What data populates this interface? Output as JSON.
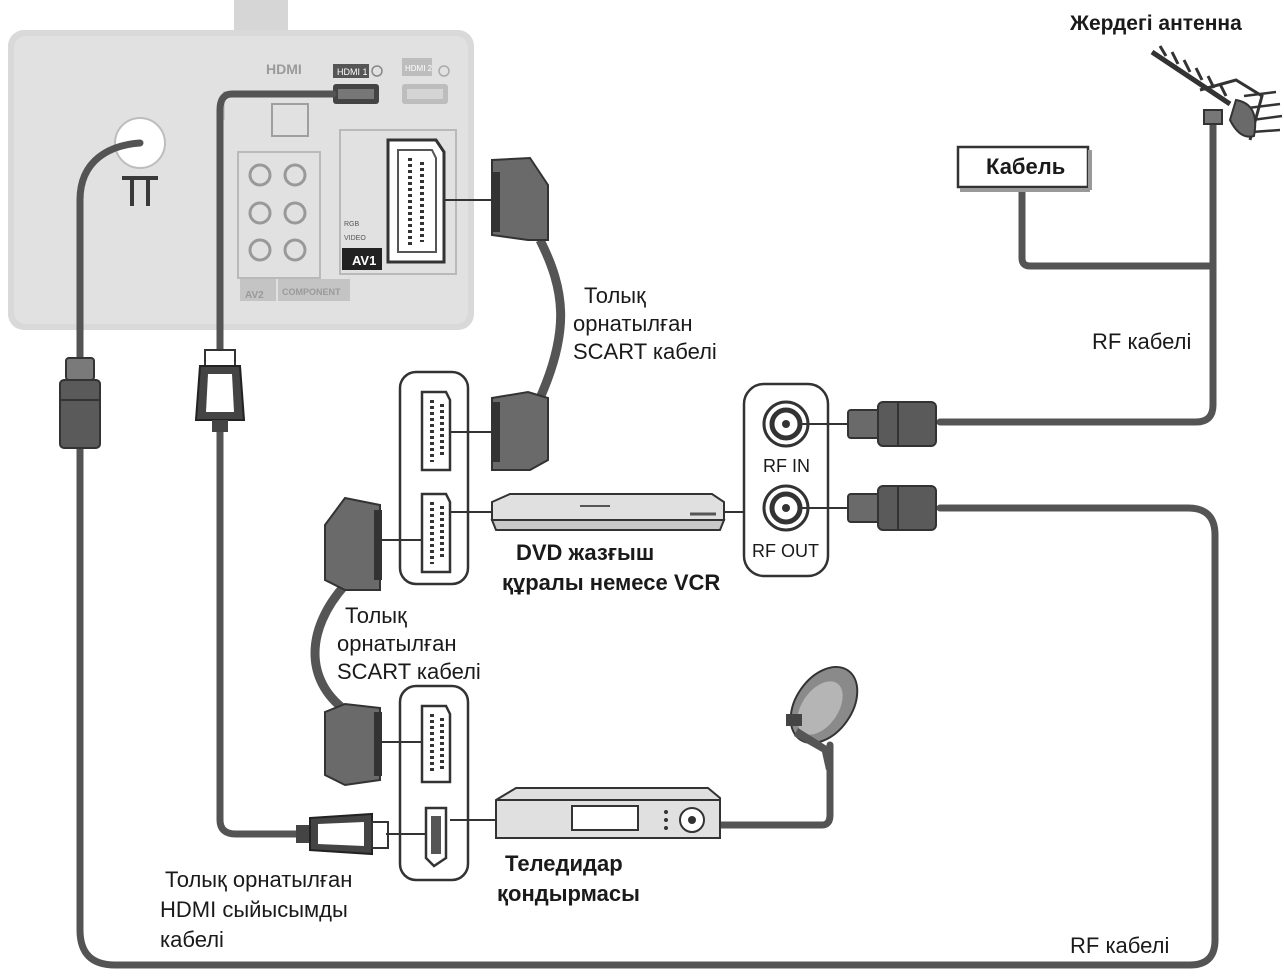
{
  "tv_panel": {
    "hdmi_logo": "HDMI",
    "hdmi1_label": "HDMI 1",
    "hdmi2_label": "HDMI 2",
    "av1_label": "AV1",
    "av2_label": "AV2",
    "component_label": "COMPONENT",
    "rgb_label": "RGB",
    "video_label": "VIDEO"
  },
  "labels": {
    "antenna": "Жердегі антенна",
    "cable": "Кабель",
    "rf_cable_top": "RF кабелі",
    "scart_top": [
      "Толық",
      "орнатылған",
      "SCART кабелі"
    ],
    "rf_in": "RF IN",
    "rf_out": "RF OUT",
    "dvd": [
      "DVD жазғыш",
      "құралы немесе VCR"
    ],
    "scart_mid": [
      "Толық",
      "орнатылған",
      "SCART кабелі"
    ],
    "settop": [
      "Теледидар",
      "қондырмасы"
    ],
    "hdmi_cable": [
      "Толық орнатылған",
      "HDMI сыйысымды",
      "кабелі"
    ],
    "rf_cable_bottom": "RF кабелі"
  },
  "colors": {
    "cable": "#545454",
    "tv_panel": "#d9d9d9",
    "device": "#e0e0e0"
  }
}
